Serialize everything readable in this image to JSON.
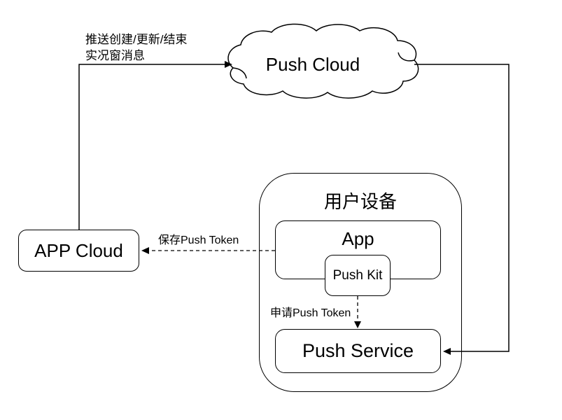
{
  "nodes": {
    "push_cloud": {
      "label": "Push Cloud",
      "shape": "cloud"
    },
    "app_cloud": {
      "label": "APP Cloud",
      "shape": "rounded-rect"
    },
    "user_device": {
      "label": "用户设备",
      "shape": "rounded-rect-container"
    },
    "app": {
      "label": "App",
      "shape": "rounded-rect"
    },
    "push_kit": {
      "label": "Push Kit",
      "shape": "rounded-rect"
    },
    "push_service": {
      "label": "Push Service",
      "shape": "rounded-rect"
    }
  },
  "edges": {
    "push_create": {
      "from": "APP Cloud",
      "to": "Push Cloud",
      "style": "solid",
      "label_line1": "推送创建/更新/结束",
      "label_line2": "实况窗消息"
    },
    "save_token": {
      "from": "App",
      "to": "APP Cloud",
      "style": "dashed",
      "label": "保存Push Token"
    },
    "request_token": {
      "from": "Push Kit",
      "to": "Push Service",
      "style": "dashed",
      "label": "申请Push Token"
    },
    "cloud_to_service": {
      "from": "Push Cloud",
      "to": "Push Service",
      "style": "solid",
      "label": ""
    }
  },
  "colors": {
    "background": "#ffffff",
    "line": "#000000",
    "text": "#000000",
    "node_fill": "#ffffff",
    "node_border": "#000000"
  }
}
